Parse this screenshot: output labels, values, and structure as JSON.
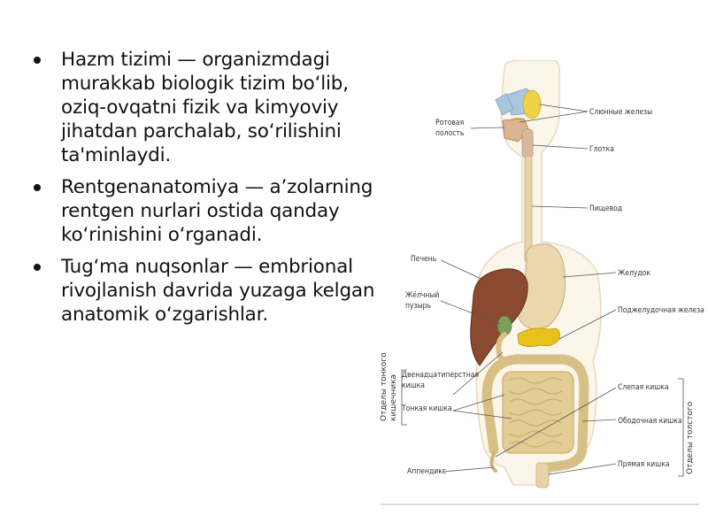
{
  "bullets": [
    {
      "text": "Hazm tizimi — organizmdagi murakkab biologik tizim boʻlib, oziq-ovqatni fizik va kimyoviy jihatdan parchalab, soʻrilishini ta'minlaydi."
    },
    {
      "text": "Rentgenanatomiya — a’zolarning rentgen nurlari ostida qanday koʻrinishini oʻrganadi."
    },
    {
      "text": "Tugʻma nuqsonlar — embrional rivojlanish davrida yuzaga kelgan anatomik oʻzgarishlar."
    }
  ],
  "figure": {
    "labels": {
      "mouth_line1": "Ротовая",
      "mouth_line2": "полость",
      "salivary": "Слюнные железы",
      "pharynx": "Глотка",
      "esophagus": "Пищевод",
      "liver": "Печень",
      "stomach": "Желудок",
      "gallbladder_line1": "Жёлчный",
      "gallbladder_line2": "пузырь",
      "pancreas": "Поджелудочная железа",
      "duodenum_line1": "Двенадцатиперстная",
      "duodenum_line2": "кишка",
      "small_intestine": "Тонкая кишка",
      "cecum": "Слепая кишка",
      "colon": "Ободочная кишка",
      "appendix": "Аппендикс",
      "rectum": "Прямая кишка",
      "small_group_line1": "Отделы тонкого",
      "small_group_line2": "кишечника",
      "large_group": "Отделы толстого"
    },
    "colors": {
      "body_outline": "#e8d8c0",
      "tract": "#e7d3a8",
      "liver": "#8b4a2f",
      "pancreas": "#e8c21a",
      "salivary_blue": "#a9c6df",
      "salivary_yellow": "#f0d24a",
      "intestine": "#e2cd94"
    }
  }
}
